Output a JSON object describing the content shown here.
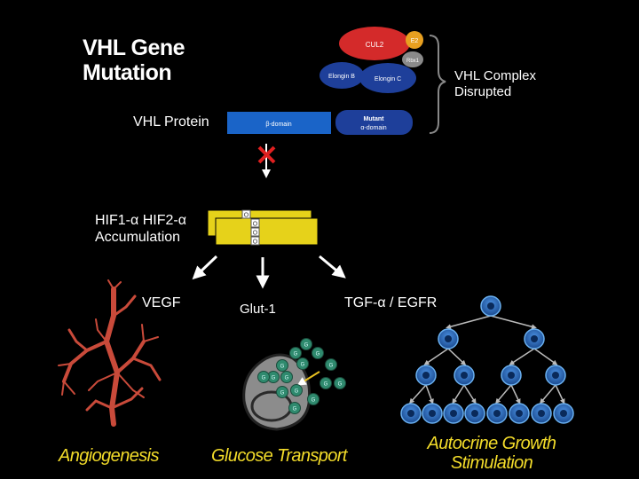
{
  "title": {
    "line1": "VHL Gene",
    "line2": "Mutation"
  },
  "complex": {
    "cul2": "CUL2",
    "e2": "E2",
    "rbx1": "Rbx1",
    "elongin_b": "Elongin B",
    "elongin_c": "Elongin C",
    "label_line1": "VHL Complex",
    "label_line2": "Disrupted"
  },
  "vhl_protein": {
    "label": "VHL Protein",
    "beta_domain": "β-domain",
    "alpha_line1": "Mutant",
    "alpha_line2": "α-domain"
  },
  "hif": {
    "label_line1": "HIF1-α HIF2-α",
    "label_line2": "Accumulation",
    "markers": [
      "O",
      "O",
      "O",
      "O"
    ]
  },
  "targets": {
    "vegf": "VEGF",
    "glut1": "Glut-1",
    "tgf": "TGF-α / EGFR"
  },
  "glucose_marker": "G",
  "captions": {
    "angiogenesis": "Angiogenesis",
    "glucose": "Glucose Transport",
    "autocrine_line1": "Autocrine Growth",
    "autocrine_line2": "Stimulation"
  },
  "colors": {
    "cul2": "#d42a2a",
    "e2": "#e8a020",
    "elongin": "#1e3f9a",
    "beta_domain": "#1a64c8",
    "hif_bar": "#e6d21a",
    "caption": "#f3dc2a",
    "vessel": "#c94a3a",
    "cell": "#2a6ab8"
  }
}
